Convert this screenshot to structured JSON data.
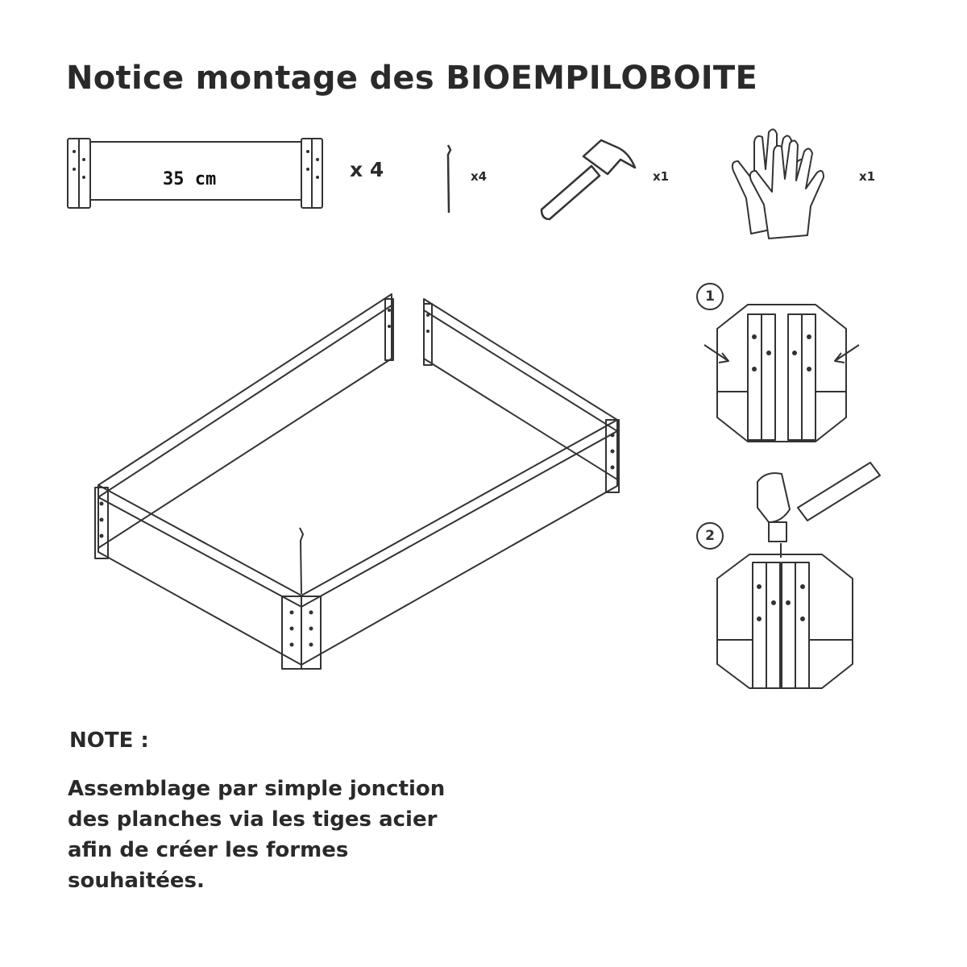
{
  "header": {
    "title": "Notice montage des BIOEMPILOBOITE"
  },
  "parts": [
    {
      "icon": "board-panel-icon",
      "dimension": "35 cm",
      "quantity": "x 4"
    },
    {
      "icon": "steel-rod-icon",
      "quantity": "x4"
    },
    {
      "icon": "hammer-icon",
      "quantity": "x1"
    },
    {
      "icon": "gloves-icon",
      "quantity": "x1"
    }
  ],
  "steps": [
    {
      "number": "1",
      "icon": "corner-join-icon"
    },
    {
      "number": "2",
      "icon": "corner-hammer-icon"
    }
  ],
  "note": {
    "heading": "NOTE :",
    "lines": [
      "Assemblage par simple jonction",
      "des planches via les tiges acier",
      "afin de créer les formes",
      "souhaitées."
    ]
  }
}
